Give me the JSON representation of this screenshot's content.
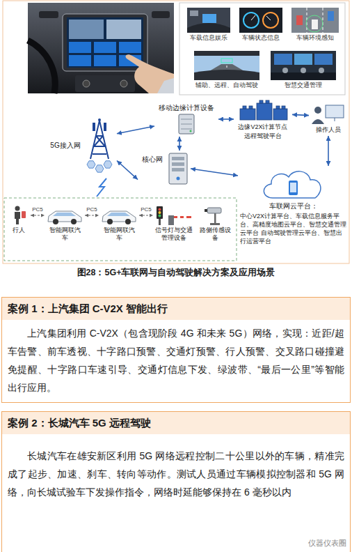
{
  "diagram": {
    "caption": "图28：5G+车联网与自动驾驶解决方案及应用场景",
    "nodes": [
      {
        "text": [
          "车载信息娱乐"
        ]
      },
      {
        "text": [
          "车辆状态信息"
        ]
      },
      {
        "text": [
          "车辆环境感知"
        ]
      },
      {
        "text": [
          "辅助、远程、自动驾驶"
        ]
      },
      {
        "text": [
          "智慧交通管理"
        ]
      },
      {
        "text": [
          "移动边缘计算设备"
        ]
      },
      {
        "text": [
          "边缘V2X计算节点",
          "远程驾驶平台"
        ]
      },
      {
        "text": [
          "5G接入网"
        ]
      },
      {
        "text": [
          "操作人员"
        ]
      },
      {
        "text": [
          "核心网"
        ]
      },
      {
        "text": [
          "车联网云平台：",
          "中心V2X计算平台、车载信息服务平台、高精度地图云平台、智慧交通管理云平台 自动驾驶管理云平台、智慧出行运营平台"
        ]
      },
      {
        "text": [
          "行人"
        ]
      },
      {
        "text": [
          "智能网联汽车"
        ]
      },
      {
        "text": [
          "智能网联汽车"
        ]
      },
      {
        "text": [
          "信号灯与交通管理设备"
        ]
      },
      {
        "text": [
          "路侧传感设备"
        ]
      },
      {
        "text": [
          "案例 1：上汽集团 C-V2X 智能出行",
          "上汽集团利用 C-V2X（包含现阶段 4G 和未来 5G）网络，实现：近距/超车告警、前车透视、十字路口预警、交通灯预警、行人预警、交叉路口碰撞避免提醒、十字路口车速引导、交通灯信息下发、绿波带、“最后一公里”等智能出行应用。"
        ]
      },
      {
        "text": [
          "案例 2：长城汽车 5G 远程驾驶",
          "长城汽车在雄安新区利用 5G 网络远程控制二十公里以外的车辆，精准完成了起步、加速、刹车、转向等动作。测试人员通过车辆模拟控制器和 5G 网络，向长城试验车下发操作指令，网络时延能够保持在 6 毫秒以内"
        ]
      }
    ],
    "edges": [
      {
        "from": 7,
        "to": 5,
        "arrow": "both"
      },
      {
        "from": 7,
        "to": 9,
        "arrow": "both"
      },
      {
        "from": 5,
        "to": 9,
        "arrow": "both"
      },
      {
        "from": 5,
        "to": 6,
        "arrow": "both"
      },
      {
        "from": 6,
        "to": 8,
        "arrow": "both"
      },
      {
        "from": 8,
        "to": 10,
        "arrow": "both"
      },
      {
        "from": 9,
        "to": 10,
        "arrow": "both"
      },
      {
        "from": 11,
        "to": 12,
        "label": "PC5",
        "arrow": "both"
      },
      {
        "from": 12,
        "to": 13,
        "label": "PC5",
        "arrow": "both"
      },
      {
        "from": 13,
        "to": 14,
        "label": "PC5",
        "arrow": "both"
      }
    ],
    "labels": [
      "仪器仪表圈"
    ]
  }
}
